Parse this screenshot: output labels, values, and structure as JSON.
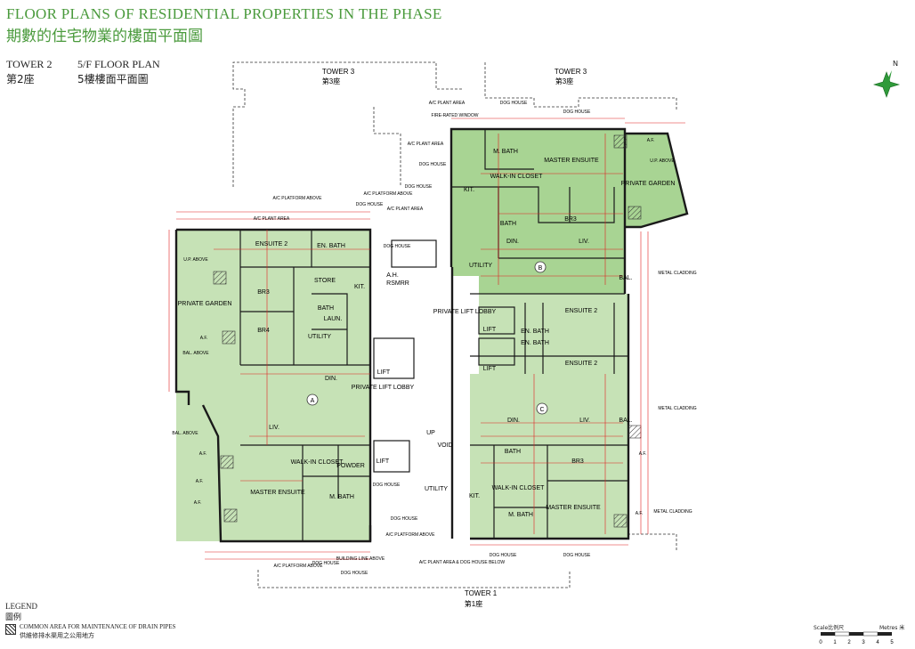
{
  "title": {
    "en": "FLOOR PLANS OF RESIDENTIAL PROPERTIES IN THE PHASE",
    "zh": "期數的住宅物業的樓面平面圖"
  },
  "header": {
    "tower_en": "TOWER 2",
    "tower_zh": "第2座",
    "floor_en": "5/F FLOOR PLAN",
    "floor_zh": "5樓樓面平面圖"
  },
  "neighbours": {
    "tower3_left_en": "TOWER 3",
    "tower3_left_zh": "第3座",
    "tower3_right_en": "TOWER 3",
    "tower3_right_zh": "第3座",
    "tower1_en": "TOWER 1",
    "tower1_zh": "第1座"
  },
  "units": {
    "a": "A",
    "b": "B",
    "c": "C"
  },
  "rooms": {
    "ensuite2_a": "ENSUITE 2",
    "en_bath_a": "EN. BATH",
    "store": "STORE",
    "kit_a": "KIT.",
    "bath_a": "BATH",
    "br3_a": "BR3",
    "br4_a": "BR4",
    "private_garden_a": "PRIVATE GARDEN",
    "laun": "LAUN.",
    "utility_a": "UTILITY",
    "din_a": "DIN.",
    "liv_a": "LIV.",
    "walkin_a": "WALK-IN CLOSET",
    "powder": "POWDER",
    "m_bath_a": "M. BATH",
    "master_ensuite_a": "MASTER ENSUITE",
    "rsmrr": "RSMRR",
    "ahu": "A.H.",
    "lift": "LIFT",
    "private_lift_lobby": "PRIVATE LIFT LOBBY",
    "m_bath_b": "M. BATH",
    "walkin_b": "WALK-IN CLOSET",
    "master_ensuite_b": "MASTER ENSUITE",
    "kit_b": "KIT.",
    "bath_b": "BATH",
    "br3_b": "BR3",
    "din_b": "DIN.",
    "liv_b": "LIV.",
    "utility_b": "UTILITY",
    "private_garden_b": "PRIVATE GARDEN",
    "bal": "BAL.",
    "ensuite2_b": "ENSUITE 2",
    "en_bath_b": "EN. BATH",
    "ensuite2_c": "ENSUITE 2",
    "en_bath_c": "EN. BATH",
    "din_c": "DIN.",
    "liv_c": "LIV.",
    "bath_c": "BATH",
    "br3_c": "BR3",
    "walkin_c": "WALK-IN CLOSET",
    "kit_c": "KIT.",
    "utility_c": "UTILITY",
    "m_bath_c": "M. BATH",
    "master_ensuite_c": "MASTER ENSUITE",
    "up": "UP",
    "void": "VOID"
  },
  "annotations": {
    "ac_plant_area": "A/C PLANT AREA",
    "dog_house": "DOG HOUSE",
    "fire_rated_window": "FIRE-RATED WINDOW",
    "ac_platform_above": "A/C PLATFORM ABOVE",
    "up_above": "U.P. ABOVE",
    "af": "A.F.",
    "bal_above": "BAL. ABOVE",
    "metal_cladding": "METAL CLADDING",
    "building_line_above": "BUILDING LINE ABOVE",
    "ac_plant_area_dog_house_below": "A/C PLANT AREA & DOG HOUSE BELOW"
  },
  "legend": {
    "title_en": "LEGEND",
    "title_zh": "圖例",
    "item_en": "COMMON AREA FOR MAINTENANCE OF DRAIN PIPES",
    "item_zh": "供維修排水渠用之公用地方"
  },
  "scale": {
    "label": "Scale比例尺",
    "unit": "Metres 米",
    "ticks": [
      "0",
      "1",
      "2",
      "3",
      "4",
      "5"
    ]
  },
  "north": {
    "label": "N"
  },
  "colors": {
    "title": "#4a9a3c",
    "room_fill": "#c6e2b6",
    "room_fill_dark": "#a8d493",
    "dimension": "#e02020",
    "wall": "#1a1a1a"
  }
}
